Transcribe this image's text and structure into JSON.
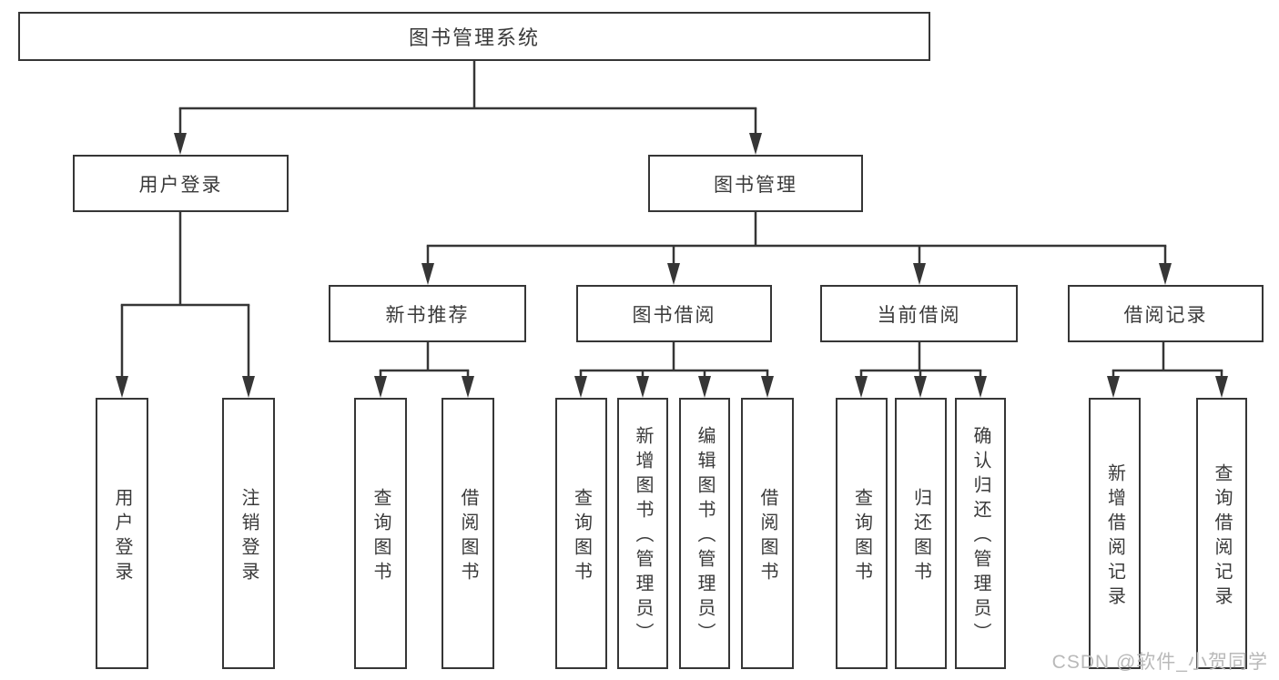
{
  "diagram": {
    "root": {
      "label": "图书管理系统"
    },
    "level2": [
      {
        "label": "用户登录"
      },
      {
        "label": "图书管理"
      }
    ],
    "level3": [
      {
        "label": "新书推荐"
      },
      {
        "label": "图书借阅"
      },
      {
        "label": "当前借阅"
      },
      {
        "label": "借阅记录"
      }
    ],
    "leaves": {
      "user_login": [
        "用户登录",
        "注销登录"
      ],
      "new_books": [
        "查询图书",
        "借阅图书"
      ],
      "book_borrow": [
        "查询图书",
        "新增图书（管理员）",
        "编辑图书（管理员）",
        "借阅图书"
      ],
      "current_borrow": [
        "查询图书",
        "归还图书",
        "确认归还（管理员）"
      ],
      "borrow_records": [
        "新增借阅记录",
        "查询借阅记录"
      ]
    }
  },
  "watermark": {
    "text": "CSDN @软件_小贺同学"
  },
  "colors": {
    "line": "#363636",
    "text": "#3a3a3a",
    "watermark": "#b9b9b9",
    "background": "#ffffff"
  }
}
